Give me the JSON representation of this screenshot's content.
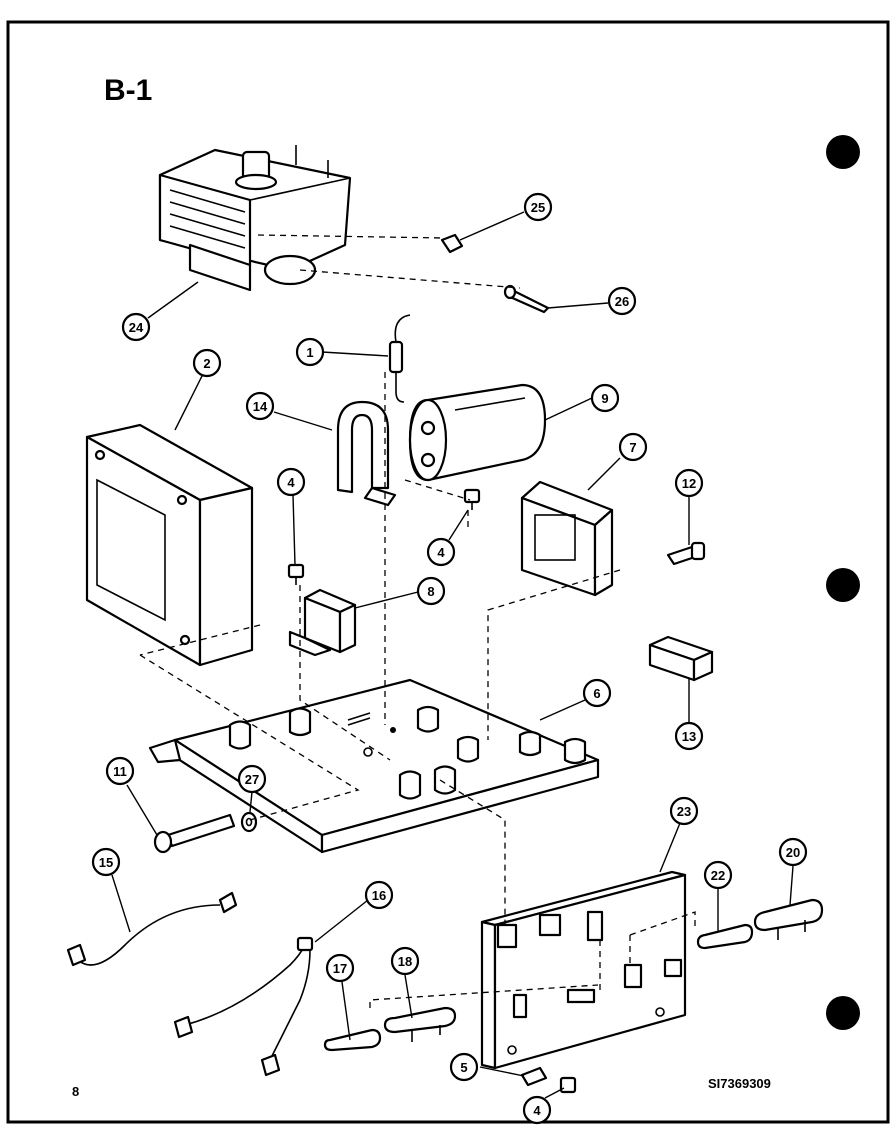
{
  "page": {
    "title": "B-1",
    "page_number": "8",
    "drawing_code": "SI7369309"
  },
  "callouts": [
    {
      "id": "1",
      "label": "1"
    },
    {
      "id": "2",
      "label": "2"
    },
    {
      "id": "4a",
      "label": "4"
    },
    {
      "id": "4b",
      "label": "4"
    },
    {
      "id": "4c",
      "label": "4"
    },
    {
      "id": "5",
      "label": "5"
    },
    {
      "id": "6",
      "label": "6"
    },
    {
      "id": "7",
      "label": "7"
    },
    {
      "id": "8",
      "label": "8"
    },
    {
      "id": "9",
      "label": "9"
    },
    {
      "id": "11",
      "label": "11"
    },
    {
      "id": "12",
      "label": "12"
    },
    {
      "id": "13",
      "label": "13"
    },
    {
      "id": "14",
      "label": "14"
    },
    {
      "id": "15",
      "label": "15"
    },
    {
      "id": "16",
      "label": "16"
    },
    {
      "id": "17",
      "label": "17"
    },
    {
      "id": "18",
      "label": "18"
    },
    {
      "id": "20",
      "label": "20"
    },
    {
      "id": "22",
      "label": "22"
    },
    {
      "id": "23",
      "label": "23"
    },
    {
      "id": "24",
      "label": "24"
    },
    {
      "id": "25",
      "label": "25"
    },
    {
      "id": "26",
      "label": "26"
    },
    {
      "id": "27",
      "label": "27"
    }
  ]
}
